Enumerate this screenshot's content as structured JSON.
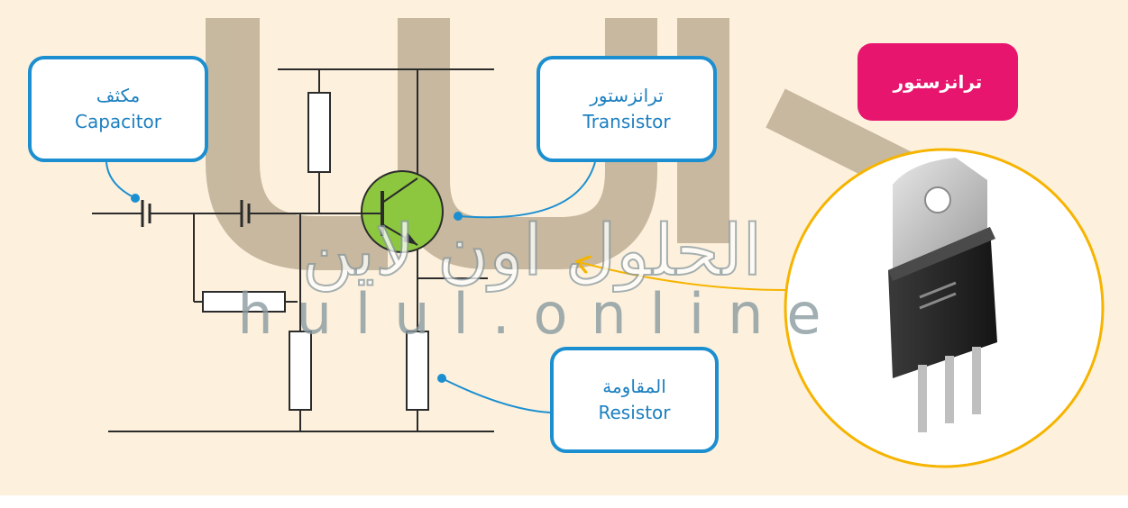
{
  "heading": "ترانزستور",
  "callouts": {
    "capacitor": {
      "arabic": "مكثف",
      "english": "Capacitor"
    },
    "transistor": {
      "arabic": "ترانزستور",
      "english": "Transistor"
    },
    "resistor": {
      "arabic": "المقاومة",
      "english": "Resistor"
    }
  },
  "watermark": {
    "arabic": "الحلول اون لاين",
    "latin": "hulul.online"
  },
  "colors": {
    "background": "#fdf1dd",
    "callout_border": "#1c8fd0",
    "callout_text": "#1c7fc0",
    "heading_bg": "#e8156f",
    "transistor_fill": "#8dc63f",
    "magnifier_ring": "#f6b400"
  }
}
